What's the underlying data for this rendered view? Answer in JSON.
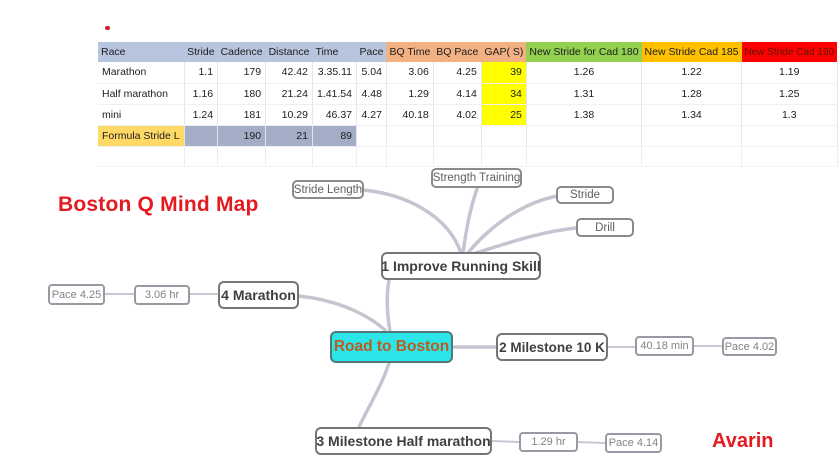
{
  "labels": {
    "title": "Boston Q Mind Map",
    "signature": "Avarin"
  },
  "table": {
    "headers": [
      "Race",
      "Stride",
      "Cadence",
      "Distance",
      "Time",
      "Pace",
      "BQ Time",
      "BQ Pace",
      "GAP( S)",
      "New Stride for Cad 180",
      "New Stride Cad 185",
      "New Stride Cad 190"
    ],
    "rows": [
      [
        "Marathon",
        "1.1",
        "179",
        "42.42",
        "3.35.11",
        "5.04",
        "3.06",
        "4.25",
        "39",
        "1.26",
        "1.22",
        "1.19"
      ],
      [
        "Half marathon",
        "1.16",
        "180",
        "21.24",
        "1.41.54",
        "4.48",
        "1.29",
        "4.14",
        "34",
        "1.31",
        "1.28",
        "1.25"
      ],
      [
        "mini",
        "1.24",
        "181",
        "10.29",
        "46.37",
        "4.27",
        "40.18",
        "4.02",
        "25",
        "1.38",
        "1.34",
        "1.3"
      ],
      [
        "Formula Stride L",
        "",
        "190",
        "21",
        "89",
        "",
        "",
        "",
        "",
        "",
        "",
        ""
      ]
    ]
  },
  "mindmap": {
    "nodes": {
      "root": "Road to Boston",
      "improve": "1 Improve Running Skill",
      "stride_length": "Stride Length",
      "strength_training": "Strength Training",
      "stride": "Stride",
      "drill": "Drill",
      "milestone_10k": "2 Milestone 10 K",
      "time_10k": "40.18 min",
      "pace_10k": "Pace 4.02",
      "milestone_half": "3 Milestone Half marathon",
      "time_half": "1.29 hr",
      "pace_half": "Pace 4.14",
      "marathon": "4 Marathon",
      "time_marathon": "3.06 hr",
      "pace_marathon": "Pace 4.25"
    }
  },
  "colors": {
    "accent_red": "#E21B21",
    "root_fill": "#2BE5E9",
    "root_text": "#BF5A1E",
    "header_blue": "#B7C5DF",
    "header_peach": "#F3B183",
    "header_green": "#92D050",
    "header_orange": "#FFC000",
    "header_red": "#FF0000",
    "gap_yellow": "#FFFF00",
    "formula_gold": "#FFD966",
    "formula_blue": "#A3AEC6",
    "branch_gray": "#C7C4D2"
  }
}
